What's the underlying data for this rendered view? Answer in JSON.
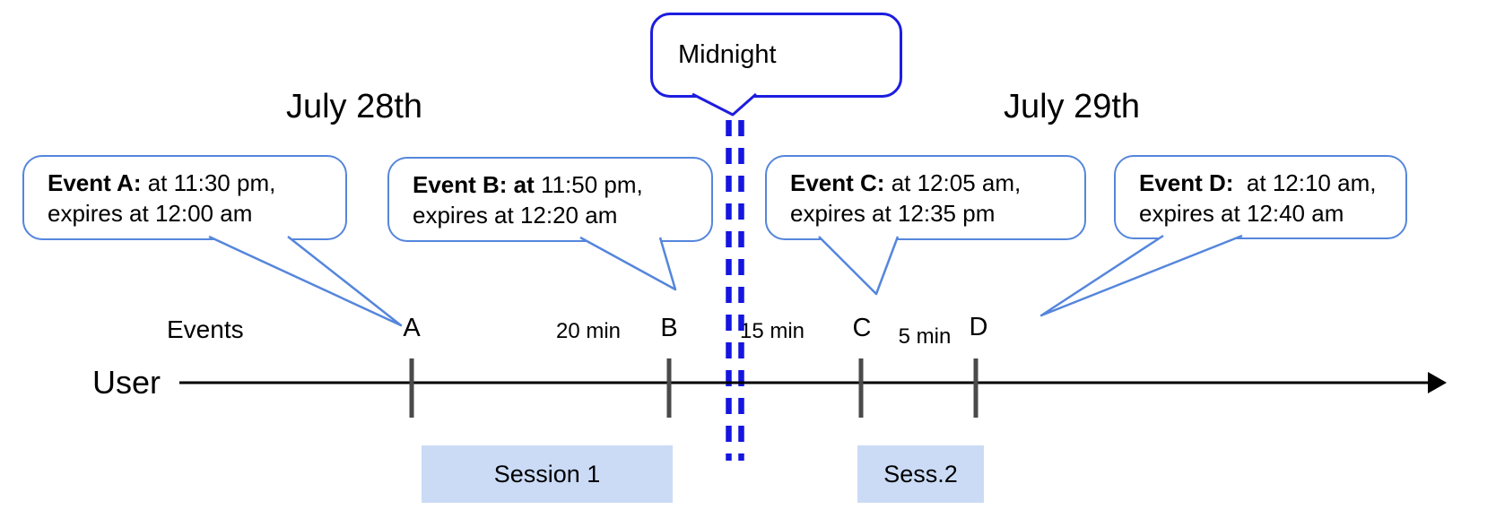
{
  "diagram": {
    "dates": {
      "left": "July 28th",
      "right": "July 29th"
    },
    "midnight": {
      "label": "Midnight"
    },
    "callouts": [
      {
        "id": "A",
        "bold": "Event A:",
        "line1": " at 11:30 pm,",
        "line2": "expires at 12:00 am"
      },
      {
        "id": "B",
        "bold": "Event B: at",
        "line1": " 11:50 pm,",
        "line2": "expires at 12:20 am"
      },
      {
        "id": "C",
        "bold": "Event C:",
        "line1": " at 12:05 am,",
        "line2": "expires at 12:35 pm"
      },
      {
        "id": "D",
        "bold": "Event D:",
        "line1": "  at 12:10 am,",
        "line2": "expires at 12:40 am"
      }
    ],
    "axis": {
      "events_label": "Events",
      "user_label": "User"
    },
    "ticks": [
      {
        "label": "A"
      },
      {
        "label": "B"
      },
      {
        "label": "C"
      },
      {
        "label": "D"
      }
    ],
    "intervals": [
      {
        "label": "20 min"
      },
      {
        "label": "15 min"
      },
      {
        "label": "5 min"
      }
    ],
    "sessions": [
      {
        "label": "Session 1"
      },
      {
        "label": "Sess.2"
      }
    ],
    "colors": {
      "callout_border": "#5586dc",
      "midnight_border": "#1d1de0",
      "dash": "#1515e0",
      "session_fill": "#cbdbf6",
      "tick": "#4a4a4a",
      "axis": "#000000"
    }
  }
}
